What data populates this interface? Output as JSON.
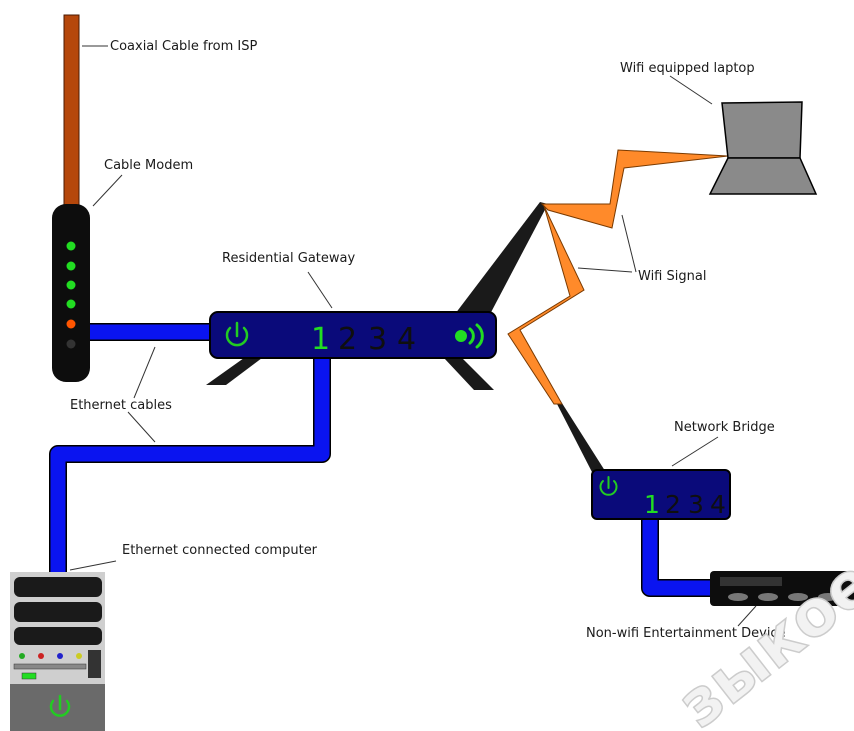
{
  "labels": {
    "coax": "Coaxial Cable from ISP",
    "modem": "Cable Modem",
    "gateway": "Residential Gateway",
    "laptop": "Wifi equipped laptop",
    "wifi_signal": "Wifi Signal",
    "ethernet": "Ethernet cables",
    "bridge": "Network Bridge",
    "computer": "Ethernet connected computer",
    "entertainment": "Non-wifi Entertainment Device"
  },
  "gateway_ports": [
    "1",
    "2",
    "3",
    "4"
  ],
  "bridge_ports": [
    "1",
    "2",
    "3",
    "4"
  ],
  "watermark": "зыкое",
  "colors": {
    "coax_cable": "#b5470b",
    "ethernet_cable": "#0a14f0",
    "device_blue": "#0a0a7a",
    "led_green": "#22dd22",
    "led_orange": "#ff5500",
    "wifi_orange": "#ff8a2a",
    "power_green": "#22cc22",
    "device_black": "#0d0d0d",
    "laptop_gray": "#8a8a8a"
  }
}
